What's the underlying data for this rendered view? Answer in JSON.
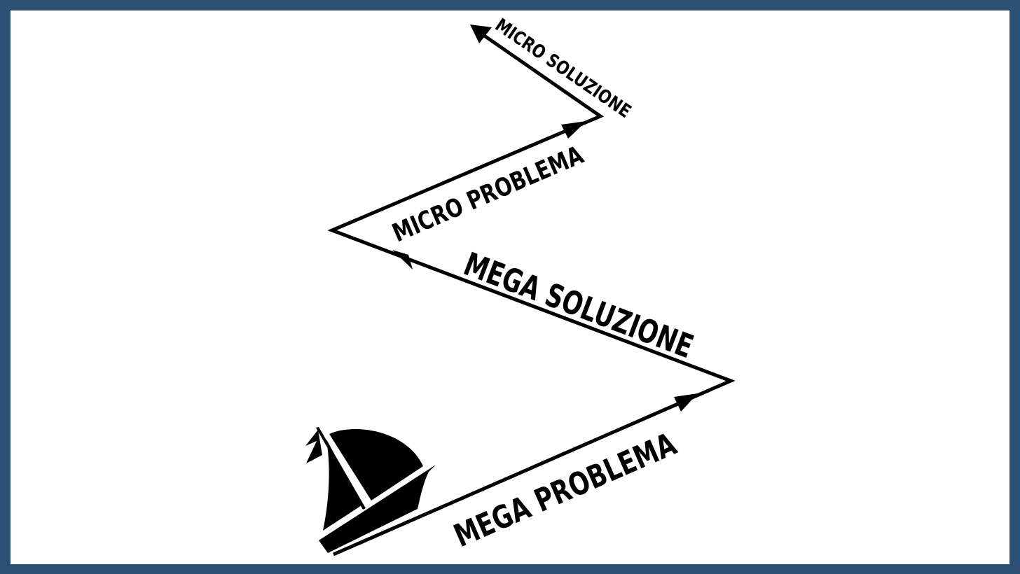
{
  "colors": {
    "frame": "#2b5074",
    "background": "#ffffff",
    "ink": "#000000"
  },
  "labels": {
    "mega_problema": "MEGA PROBLEMA",
    "mega_soluzione": "MEGA SOLUZIONE",
    "micro_problema": "MICRO PROBLEMA",
    "micro_soluzione": "MICRO SOLUZIONE"
  },
  "icons": {
    "boat": "sailboat-icon"
  }
}
